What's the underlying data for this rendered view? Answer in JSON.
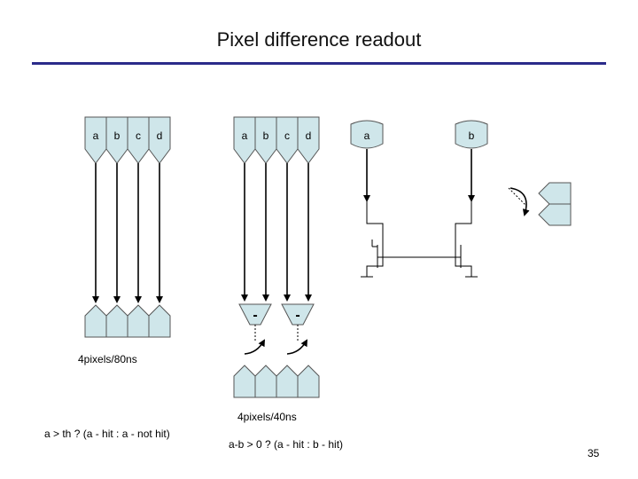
{
  "title": "Pixel difference readout",
  "group1": {
    "inputs": [
      "a",
      "b",
      "c",
      "d"
    ]
  },
  "group2": {
    "inputs": [
      "a",
      "b",
      "c",
      "d"
    ],
    "subtract_symbols": [
      "-",
      "-"
    ]
  },
  "group3": {
    "inputs": [
      "a",
      "b"
    ]
  },
  "labels": {
    "rate_80": "4pixels/80ns",
    "rate_40": "4pixels/40ns",
    "formula_1": "a > th ? (a - hit : a - not hit)",
    "formula_2": "a-b > 0 ? (a - hit : b - hit)"
  },
  "page_number": "35",
  "colors": {
    "rule": "#2b2b8a",
    "block_fill": "#cfe6ea",
    "block_stroke": "#555555"
  }
}
